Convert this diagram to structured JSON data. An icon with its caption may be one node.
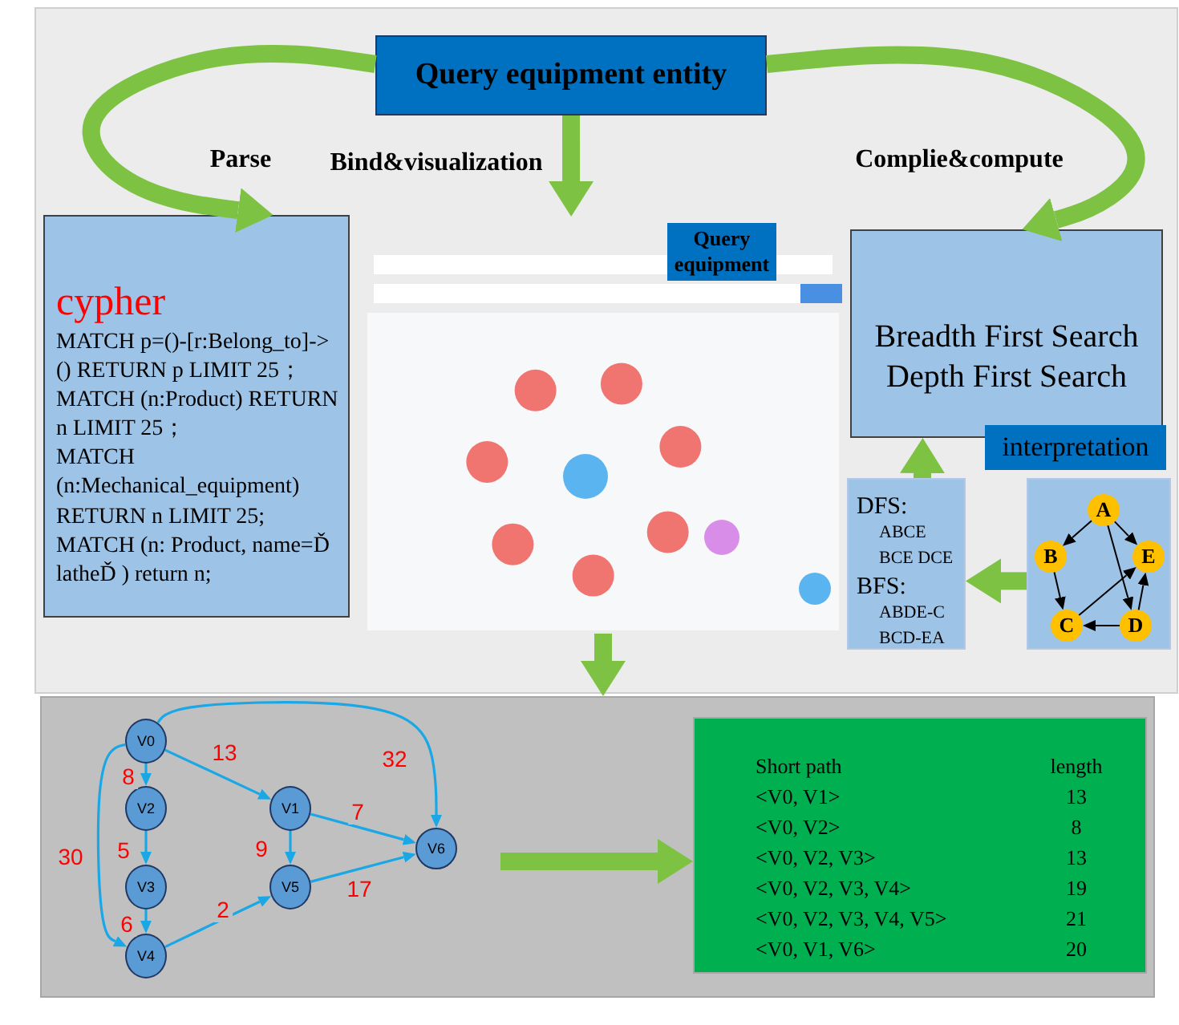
{
  "diagram": {
    "nodes": [
      {
        "text": [
          "Query equipment entity"
        ]
      },
      {
        "text": [
          "cypher",
          "MATCH p=()-[r:Belong_to]->() RETURN p LIMIT 25；",
          "MATCH (n:Product) RETURN n LIMIT 25；",
          "MATCH (n:Mechanical_equipment) RETURN n LIMIT 25;",
          "MATCH (n: Product, name=Ď latheĎ ) return n;"
        ]
      },
      {
        "text": [],
        "shape": "picture"
      },
      {
        "text": [
          "Query equipment"
        ]
      },
      {
        "text": [
          "Breadth First Search",
          "Depth First Search"
        ]
      },
      {
        "text": [
          "interpretation"
        ]
      },
      {
        "text": [
          "DFS:",
          "ABCE BCE DCE",
          "BFS:",
          "ABDE-C BCD-EA"
        ]
      },
      {
        "text": [],
        "shape": "box"
      },
      {
        "text": [
          "A"
        ],
        "in": 7
      },
      {
        "text": [
          "B"
        ],
        "in": 7
      },
      {
        "text": [
          "E"
        ],
        "in": 7
      },
      {
        "text": [
          "C"
        ],
        "in": 7
      },
      {
        "text": [
          "D"
        ],
        "in": 7
      },
      {
        "text": [],
        "shape": "box"
      },
      {
        "text": [
          "V0"
        ],
        "in": 13
      },
      {
        "text": [
          "V1"
        ],
        "in": 13
      },
      {
        "text": [
          "V2"
        ],
        "in": 13
      },
      {
        "text": [
          "V3"
        ],
        "in": 13
      },
      {
        "text": [
          "V4"
        ],
        "in": 13
      },
      {
        "text": [
          "V5"
        ],
        "in": 13
      },
      {
        "text": [
          "V6"
        ],
        "in": 13
      },
      {
        "in": 13,
        "text": [
          "Short path",
          "length",
          "<V0, V1>",
          "13",
          "<V0, V2>",
          "8",
          "<V0, V2, V3>",
          "13",
          "<V0, V2, V3, V4>",
          "19",
          "<V0, V2, V3, V4, V5>",
          "21",
          "<V0, V1, V6>",
          "20"
        ]
      }
    ],
    "edges": [
      {
        "from": 0,
        "to": 1,
        "arrow": "to",
        "label": "Parse",
        "style": "thick",
        "color": "#7dc242"
      },
      {
        "from": 0,
        "to": 2,
        "arrow": "to",
        "label": "Bind&visualization",
        "style": "thick",
        "color": "#7dc242"
      },
      {
        "from": 0,
        "to": 4,
        "arrow": "to",
        "label": "Complie&compute",
        "style": "thick",
        "color": "#7dc242"
      },
      {
        "from": 6,
        "to": 4,
        "arrow": "to",
        "style": "thick",
        "color": "#7dc242"
      },
      {
        "from": 7,
        "to": 6,
        "arrow": "to",
        "style": "thick",
        "color": "#7dc242"
      },
      {
        "from": 2,
        "to": 13,
        "arrow": "to",
        "style": "thick",
        "color": "#7dc242"
      },
      {
        "from": null,
        "to": 21,
        "arrow": "to",
        "style": "thick",
        "color": "#7dc242"
      },
      {
        "from": 8,
        "to": 9,
        "arrow": "to",
        "color": "#000000"
      },
      {
        "from": 8,
        "to": 10,
        "arrow": "to",
        "color": "#000000"
      },
      {
        "from": 8,
        "to": 12,
        "arrow": "to",
        "color": "#000000"
      },
      {
        "from": 9,
        "to": 11,
        "arrow": "to",
        "color": "#000000"
      },
      {
        "from": 11,
        "to": 10,
        "arrow": "to",
        "color": "#000000"
      },
      {
        "from": 12,
        "to": 11,
        "arrow": "to",
        "color": "#000000"
      },
      {
        "from": 12,
        "to": 10,
        "arrow": "to",
        "color": "#000000"
      },
      {
        "from": 14,
        "to": 16,
        "arrow": "to",
        "label": "8"
      },
      {
        "from": 14,
        "to": 15,
        "arrow": "to",
        "label": "13"
      },
      {
        "from": 14,
        "to": 20,
        "arrow": "to",
        "label": "32"
      },
      {
        "from": 14,
        "to": 18,
        "arrow": "to",
        "label": "30"
      },
      {
        "from": 16,
        "to": 17,
        "arrow": "to",
        "label": "5"
      },
      {
        "from": 17,
        "to": 18,
        "arrow": "to",
        "label": "6"
      },
      {
        "from": 15,
        "to": 20,
        "arrow": "to",
        "label": "7"
      },
      {
        "from": 15,
        "to": 19,
        "arrow": "to",
        "label": "9"
      },
      {
        "from": 18,
        "to": 19,
        "arrow": "to",
        "label": "2"
      },
      {
        "from": 19,
        "to": 20,
        "arrow": "to",
        "label": "17"
      }
    ]
  }
}
